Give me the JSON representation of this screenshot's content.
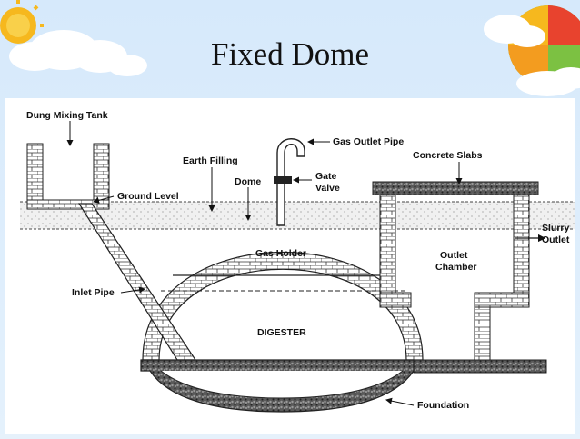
{
  "slide": {
    "title": "Fixed Dome"
  },
  "diagram": {
    "labels": {
      "dung_mixing_tank": "Dung Mixing Tank",
      "earth_filling": "Earth Filling",
      "ground_level": "Ground Level",
      "dome": "Dome",
      "gas_outlet_pipe": "Gas Outlet Pipe",
      "gate_valve_line1": "Gate",
      "gate_valve_line2": "Valve",
      "concrete_slabs": "Concrete Slabs",
      "slurry_outlet_line1": "Slurry",
      "slurry_outlet_line2": "Outlet",
      "gas_holder": "Gas Holder",
      "outlet_chamber_line1": "Outlet",
      "outlet_chamber_line2": "Chamber",
      "inlet_pipe": "Inlet Pipe",
      "digester": "DIGESTER",
      "foundation": "Foundation"
    }
  }
}
